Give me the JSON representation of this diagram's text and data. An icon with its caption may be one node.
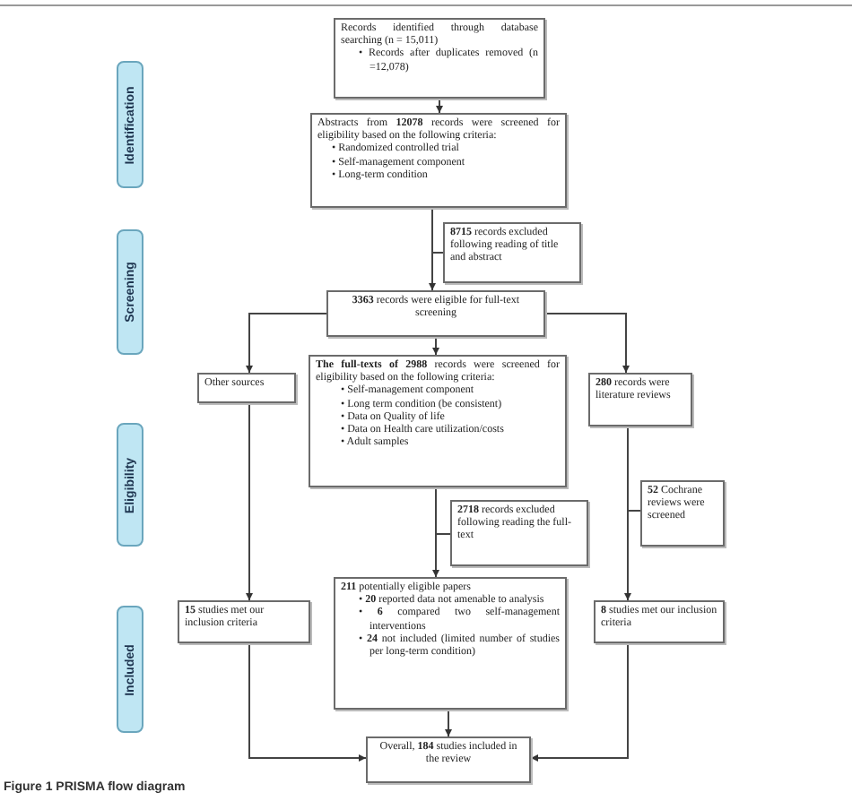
{
  "diagram": {
    "caption": "Figure 1 PRISMA flow diagram",
    "nodes": [
      {
        "text": [
          "Records identified through database searching (n = 15,011)",
          "• Records after duplicates removed (n =12,078)"
        ]
      },
      {
        "text": [
          "Abstracts from **12078** records were screened for eligibility based on the following criteria:",
          "• Randomized controlled trial",
          "• Self-management component",
          "• Long-term condition"
        ]
      },
      {
        "text": [
          "**8715** records excluded following reading of title and abstract"
        ]
      },
      {
        "text": [
          "**3363** records were eligible for full-text screening"
        ]
      },
      {
        "text": [
          "Other sources"
        ]
      },
      {
        "text": [
          "**The full-texts of 2988** records were screened for eligibility based on the following criteria:",
          "• Self-management component",
          "• Long term condition (be consistent)",
          "• Data on Quality of life",
          "• Data on Health care utilization/costs",
          "• Adult samples"
        ]
      },
      {
        "text": [
          "**280** records were literature reviews"
        ]
      },
      {
        "text": [
          "**2718** records excluded following reading the full-text"
        ]
      },
      {
        "text": [
          "**52** Cochrane reviews were screened"
        ]
      },
      {
        "text": [
          "**15** studies met our inclusion criteria"
        ]
      },
      {
        "text": [
          "**211** potentially eligible papers",
          "• **20** reported data not amenable to analysis",
          "• **6** compared two self-management interventions",
          "• **24** not included (limited number of studies per long-term condition)"
        ]
      },
      {
        "text": [
          "**8** studies met our inclusion criteria"
        ]
      },
      {
        "text": [
          "Overall, **184** studies included in the review"
        ]
      },
      {
        "text": [
          "Identification"
        ]
      },
      {
        "text": [
          "Screening"
        ]
      },
      {
        "text": [
          "Eligibility"
        ]
      },
      {
        "text": [
          "Included"
        ]
      }
    ],
    "edges": [
      {
        "from": 0,
        "to": 1,
        "arrow": "to"
      },
      {
        "from": 1,
        "to": 3,
        "arrow": "to"
      },
      {
        "from": 1,
        "to": 2,
        "arrow": "none"
      },
      {
        "from": 3,
        "to": 4,
        "arrow": "to"
      },
      {
        "from": 3,
        "to": 5,
        "arrow": "to"
      },
      {
        "from": 3,
        "to": 6,
        "arrow": "to"
      },
      {
        "from": 5,
        "to": 10,
        "arrow": "to"
      },
      {
        "from": 5,
        "to": 7,
        "arrow": "none"
      },
      {
        "from": 6,
        "to": 11,
        "arrow": "to"
      },
      {
        "from": 6,
        "to": 8,
        "arrow": "none"
      },
      {
        "from": 4,
        "to": 9,
        "arrow": "to"
      },
      {
        "from": 9,
        "to": 12,
        "arrow": "to"
      },
      {
        "from": 10,
        "to": 12,
        "arrow": "to"
      },
      {
        "from": 11,
        "to": 12,
        "arrow": "to"
      }
    ]
  }
}
